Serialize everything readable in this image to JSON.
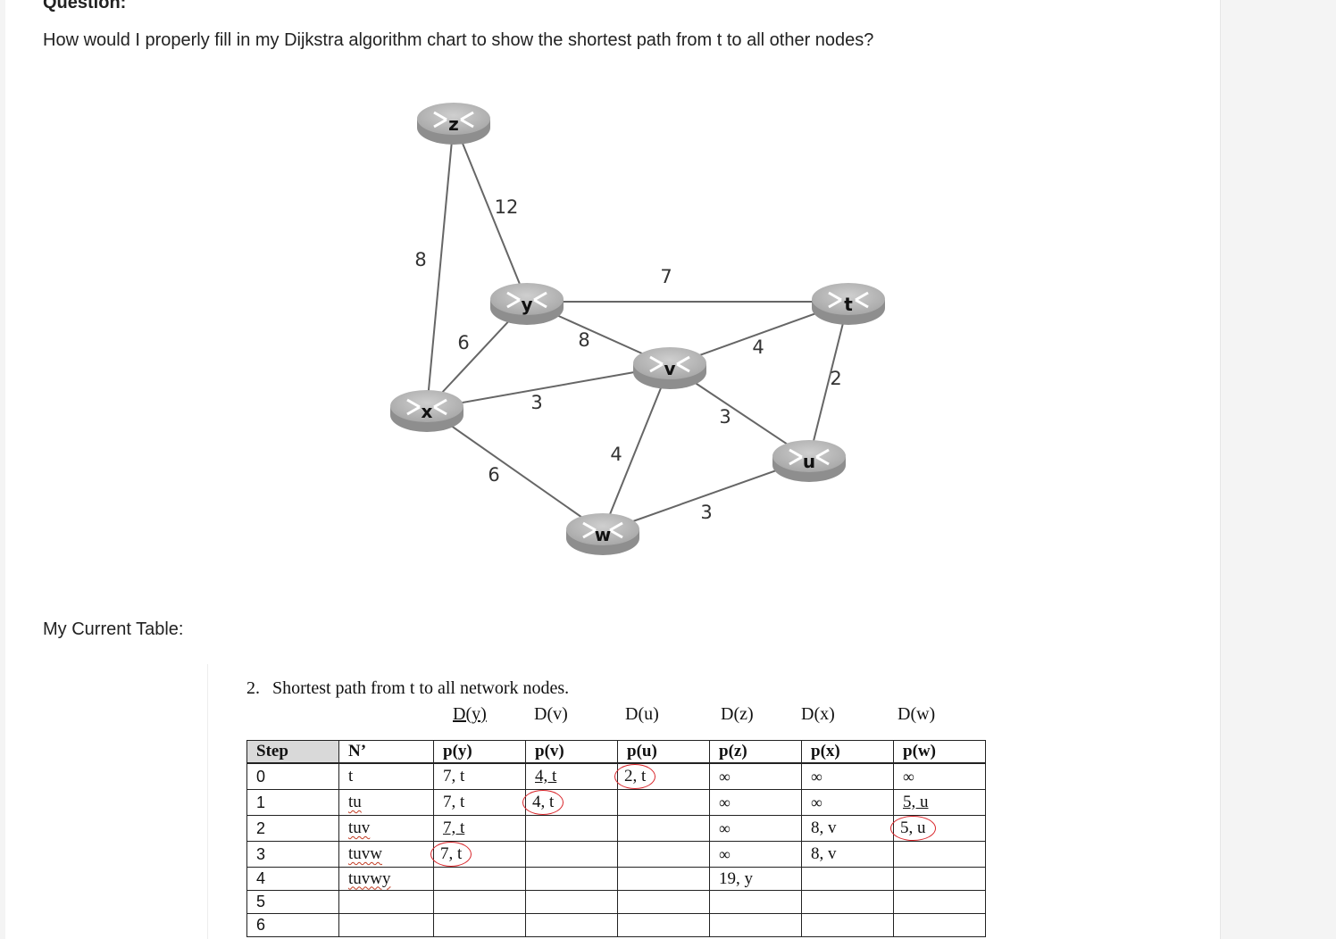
{
  "question_heading": "Question:",
  "question_text": "How would I properly fill in my Dijkstra algorithm chart to show the shortest path from t to all other nodes?",
  "graph": {
    "nodes": [
      "z",
      "y",
      "t",
      "v",
      "x",
      "u",
      "w"
    ],
    "edges": [
      {
        "from": "z",
        "to": "x",
        "weight": "8"
      },
      {
        "from": "z",
        "to": "y",
        "weight": "12"
      },
      {
        "from": "y",
        "to": "t",
        "weight": "7"
      },
      {
        "from": "y",
        "to": "x",
        "weight": "6"
      },
      {
        "from": "y",
        "to": "v",
        "weight": "8"
      },
      {
        "from": "x",
        "to": "v",
        "weight": "3"
      },
      {
        "from": "x",
        "to": "w",
        "weight": "6"
      },
      {
        "from": "v",
        "to": "t",
        "weight": "4"
      },
      {
        "from": "v",
        "to": "u",
        "weight": "3"
      },
      {
        "from": "v",
        "to": "w",
        "weight": "4"
      },
      {
        "from": "t",
        "to": "u",
        "weight": "2"
      },
      {
        "from": "u",
        "to": "w",
        "weight": "3"
      }
    ],
    "colors": {
      "router_body": "#b7b7b7",
      "router_dark": "#8e8e8e",
      "edge": "#666666"
    }
  },
  "current_table_label": "My Current Table:",
  "worksheet": {
    "number": "2.",
    "title": "Shortest path from t to all network nodes.",
    "d_headers": [
      "D(y)",
      "D(v)",
      "D(u)",
      "D(z)",
      "D(x)",
      "D(w)"
    ],
    "columns": [
      "Step",
      "N’",
      "p(y)",
      "p(v)",
      "p(u)",
      "p(z)",
      "p(x)",
      "p(w)"
    ],
    "rows": [
      {
        "step": "0",
        "n": "t",
        "py": "7, t",
        "pv": "4, t",
        "pu": "2, t",
        "pz": "∞",
        "px": "∞",
        "pw": "∞"
      },
      {
        "step": "1",
        "n": "tu",
        "py": "7, t",
        "pv": "4, t",
        "pu": "",
        "pz": "∞",
        "px": "∞",
        "pw": "5, u"
      },
      {
        "step": "2",
        "n": "tuv",
        "py": "7, t",
        "pv": "",
        "pu": "",
        "pz": "∞",
        "px": "8, v",
        "pw": "5, u"
      },
      {
        "step": "3",
        "n": "tuvw",
        "py": "7, t",
        "pv": "",
        "pu": "",
        "pz": "∞",
        "px": "8, v",
        "pw": ""
      },
      {
        "step": "4",
        "n": "tuvwy",
        "py": "",
        "pv": "",
        "pu": "",
        "pz": "19, y",
        "px": "",
        "pw": ""
      },
      {
        "step": "5",
        "n": "",
        "py": "",
        "pv": "",
        "pu": "",
        "pz": "",
        "px": "",
        "pw": ""
      },
      {
        "step": "6",
        "n": "",
        "py": "",
        "pv": "",
        "pu": "",
        "pz": "",
        "px": "",
        "pw": ""
      }
    ],
    "circle_color": "#d9262b"
  }
}
